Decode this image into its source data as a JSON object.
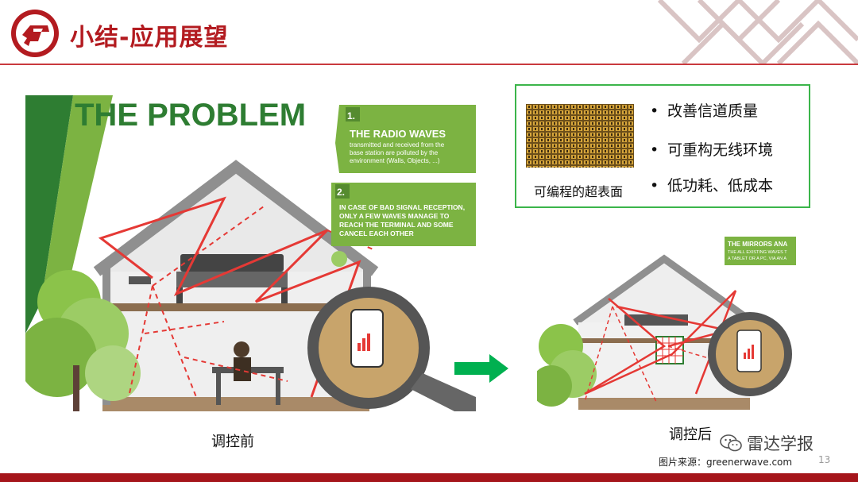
{
  "header": {
    "title": "小结-应用展望",
    "logo_icon": "institution-logo-icon",
    "accent_color": "#b31b20"
  },
  "illustration_before": {
    "heading": "THE PROBLEM",
    "step1_number": "1.",
    "step1_title": "THE RADIO WAVES",
    "step1_line1": "transmitted and received from the",
    "step1_line2": "base station are polluted by the",
    "step1_line3": "environment (Walls, Objects, ...)",
    "step2_number": "2.",
    "step2_line1": "IN CASE OF BAD SIGNAL RECEPTION,",
    "step2_line2": "ONLY A FEW WAVES MANAGE TO",
    "step2_line3": "REACH THE TERMINAL AND SOME",
    "step2_line4": "CANCEL EACH OTHER",
    "caption": "调控前"
  },
  "illustration_after": {
    "banner_line1": "THE MIRRORS ANA",
    "banner_line2": "THE ALL EXISTING WAVES T",
    "banner_line3": "A TABLET OR A PC, VIA AN A",
    "caption": "调控后"
  },
  "summary_box": {
    "image_caption": "可编程的超表面",
    "bullets": [
      "改善信道质量",
      "可重构无线环境",
      "低功耗、低成本"
    ],
    "bullet_symbol": "•",
    "border_color": "#3bb54a"
  },
  "footer": {
    "source": "图片来源：greenerwave.com",
    "page_number": "13",
    "wechat_name": "雷达学报",
    "wechat_icon": "wechat-icon"
  }
}
